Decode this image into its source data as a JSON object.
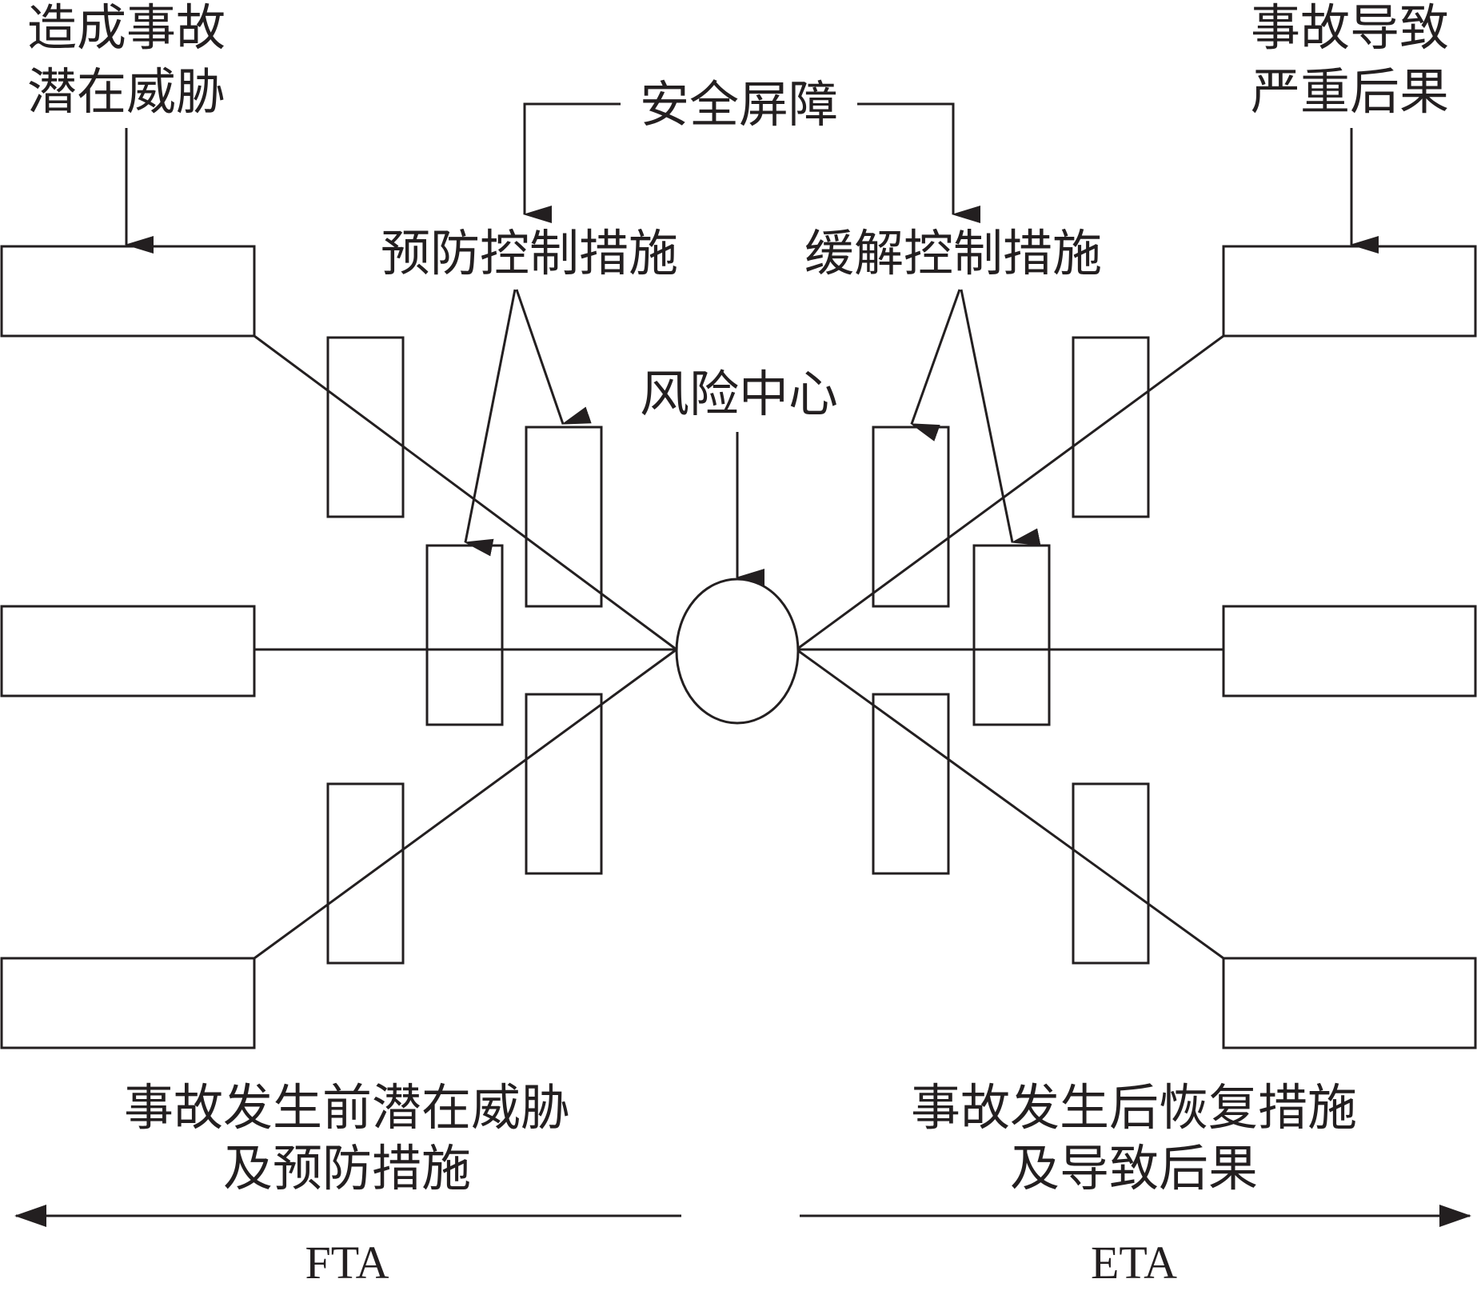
{
  "labels": {
    "threat_top": [
      "造成事故",
      "潜在威胁"
    ],
    "consequence_top": [
      "事故导致",
      "严重后果"
    ],
    "safety_barrier": "安全屏障",
    "prevention_controls": "预防控制措施",
    "mitigation_controls": "缓解控制措施",
    "risk_center": "风险中心",
    "left_bottom": [
      "事故发生前潜在威胁",
      "及预防措施"
    ],
    "right_bottom": [
      "事故发生后恢复措施",
      "及导致后果"
    ],
    "fta": "FTA",
    "eta": "ETA"
  },
  "colors": {
    "ink": "#231f20",
    "background": "#ffffff"
  }
}
